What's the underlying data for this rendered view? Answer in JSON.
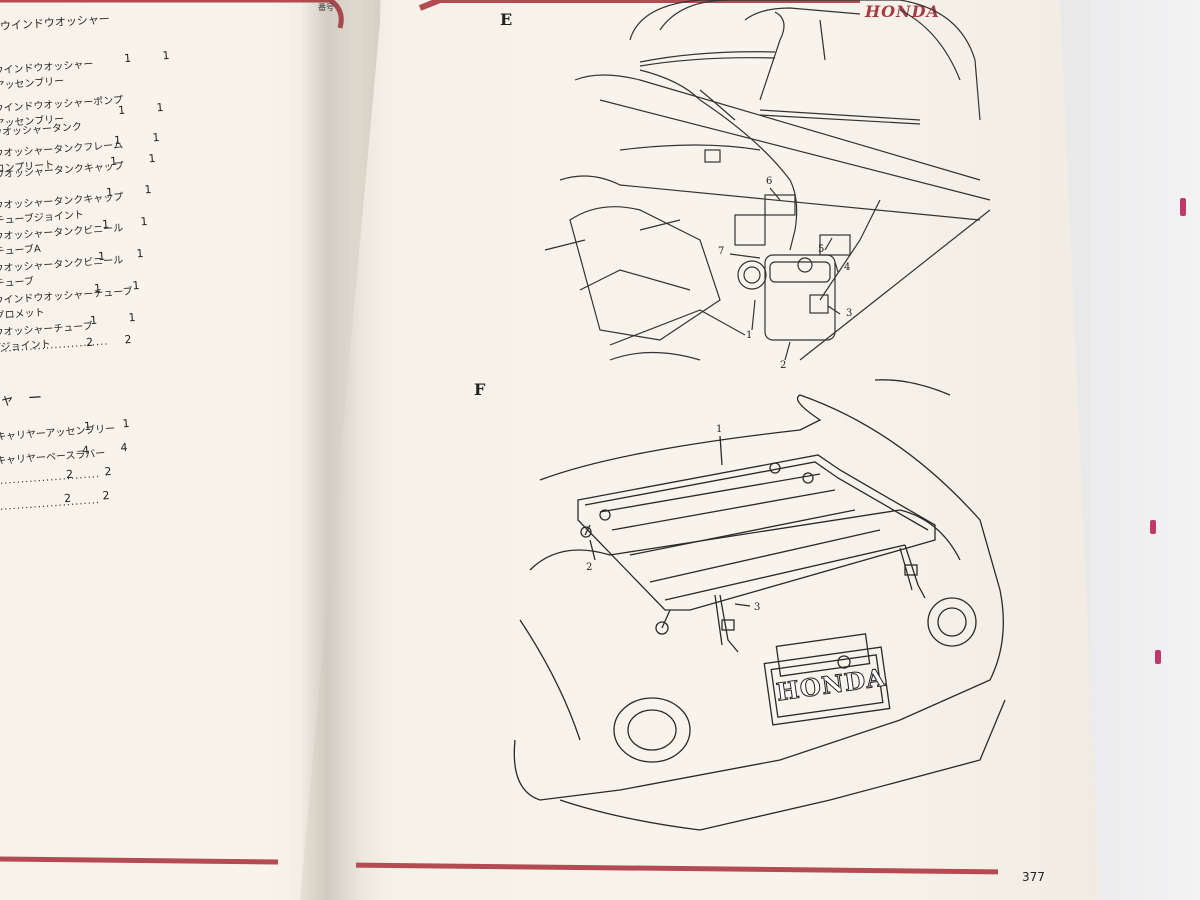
{
  "left_page": {
    "header_fragment": "番号",
    "section_title_1": "ウインドウオッシャー",
    "items": [
      {
        "name": "ウインドウオッシャー\nアッセンブリー",
        "qty": "1 1"
      },
      {
        "name": "ウインドウオッシャーポンプ\nアッセンブリー",
        "qty": "1 1"
      },
      {
        "name": "ウオッシャータンク",
        "qty": ""
      },
      {
        "name": "ウオッシャータンクフレーム\nコンプリート",
        "qty": "1 1"
      },
      {
        "name": "ウオッシャータンクキャップ",
        "qty": "1 1"
      },
      {
        "name": "ウオッシャータンクキャップ\nチューブジョイント",
        "qty": "1 1"
      },
      {
        "name": "ウオッシャータンクビニール\nチューブA",
        "qty": "1 1"
      },
      {
        "name": "ウオッシャータンクビニール\nチューブ",
        "qty": "1 1"
      },
      {
        "name": "ウインドウオッシャーチューブ\nグロメット",
        "qty": "1 1"
      },
      {
        "name": "ウオッシャーチューブ\nTジョイント",
        "qty": "1 1"
      },
      {
        "name": "",
        "qty": "2 2"
      }
    ],
    "section_title_2": "ャー",
    "items_2": [
      {
        "name": "キャリヤーアッセンブリー",
        "qty": "1 1"
      },
      {
        "name": "キャリヤーベースラバー",
        "qty": "4 4"
      },
      {
        "name": "",
        "qty": "2 2"
      },
      {
        "name": "",
        "qty": "2 2"
      }
    ]
  },
  "right_page": {
    "brand": "HONDA",
    "figure_e_label": "E",
    "figure_f_label": "F",
    "callouts_e": [
      "6",
      "7",
      "5",
      "4",
      "3",
      "1",
      "2"
    ],
    "callouts_f": [
      "1",
      "2",
      "3"
    ],
    "license_plate_text": "HONDA",
    "page_number": "377"
  },
  "colors": {
    "accent_rule": "#b44a52",
    "brand": "#a83a45",
    "paper": "#f8f4ec",
    "ink": "#222222"
  }
}
